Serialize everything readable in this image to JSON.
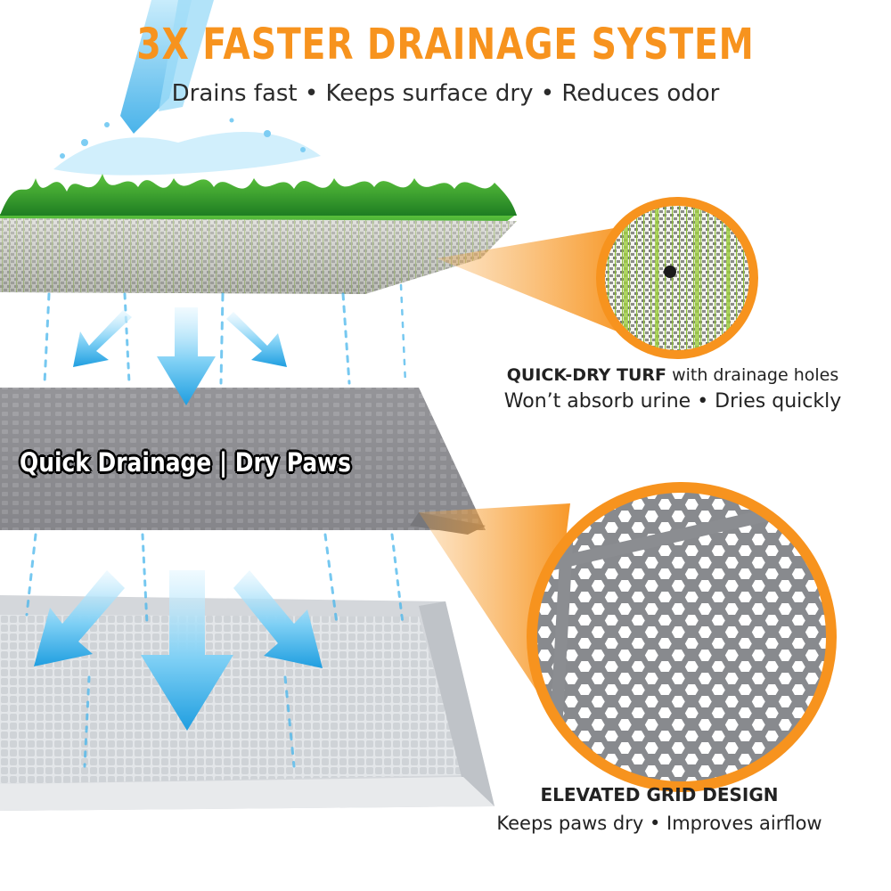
{
  "header": {
    "title": "3X FASTER DRAINAGE SYSTEM",
    "subtitle": "Drains fast • Keeps surface dry • Reduces odor"
  },
  "banner": {
    "text": "Quick Drainage | Dry Paws"
  },
  "features": {
    "turf": {
      "title": "QUICK-DRY TURF",
      "title_suffix": " with drainage holes",
      "detail": "Won’t absorb urine • Dries quickly"
    },
    "grid": {
      "title": "ELEVATED GRID DESIGN",
      "detail": "Keeps paws dry • Improves airflow"
    }
  },
  "colors": {
    "accent_orange": "#f7931e",
    "turf_green": "#2f9a2a",
    "water_blue": "#3fb3ea",
    "grid_gray": "#8c8c8f",
    "tray_silver": "#d9dbde"
  },
  "icons": [
    "arrow-down-icon",
    "arrow-diagonal-icon"
  ]
}
